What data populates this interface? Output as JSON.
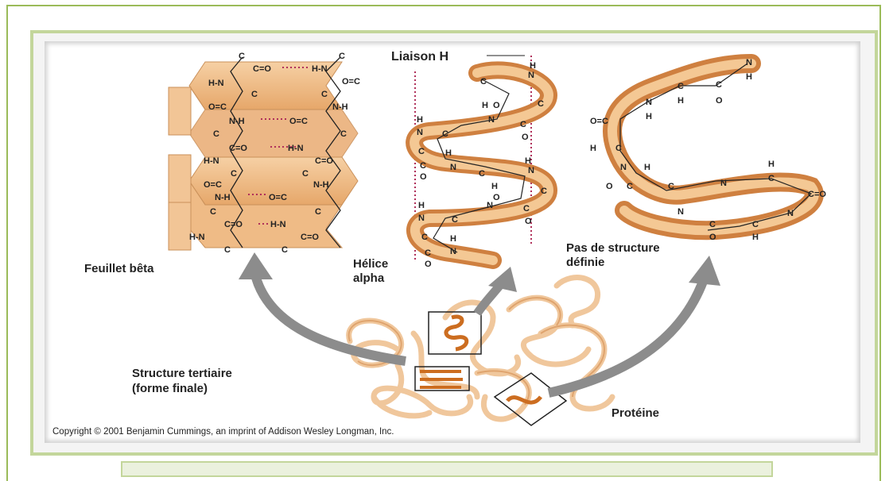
{
  "labels": {
    "liaison_h": "Liaison H",
    "feuillet": "Feuillet bêta",
    "helice_line1": "Hélice",
    "helice_line2": "alpha",
    "pas_line1": "Pas de structure",
    "pas_line2": "définie",
    "tertiaire_line1": "Structure tertiaire",
    "tertiaire_line2": "(forme finale)",
    "proteine": "Protéine"
  },
  "copyright": "Copyright © 2001 Benjamin Cummings, an imprint of Addison Wesley Longman, Inc.",
  "atoms": {
    "c": "C",
    "n": "N",
    "h": "H",
    "o": "O",
    "co": "C=O",
    "oc": "O=C",
    "nh": "N-H",
    "hn": "H-N"
  },
  "colors": {
    "ribbon_light": "#f3c38e",
    "ribbon_dark": "#c8783a",
    "sheet_fill": "#f1be88",
    "hbond": "#b0305a",
    "arrow": "#8c8c8c",
    "frame_outer": "#9bbb59",
    "frame_inner": "#c3d69b"
  }
}
